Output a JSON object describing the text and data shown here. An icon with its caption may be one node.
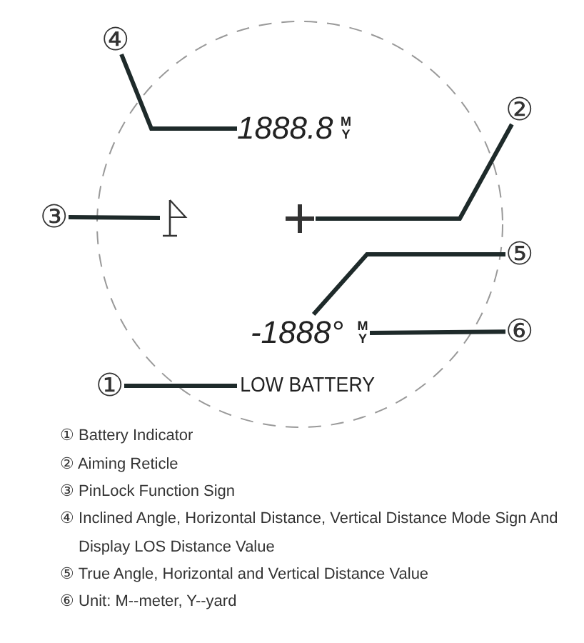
{
  "diagram": {
    "nodes": [
      {
        "text": [
          "④"
        ]
      },
      {
        "text": [
          "1888.8",
          "M Y"
        ]
      },
      {
        "text": [
          "②"
        ]
      },
      {
        "text": [
          "③"
        ]
      },
      {
        "text": [],
        "shape": "flag"
      },
      {
        "text": [],
        "shape": "cross"
      },
      {
        "text": [
          "⑤"
        ]
      },
      {
        "text": [
          "-1888°"
        ]
      },
      {
        "text": [
          "M Y"
        ]
      },
      {
        "text": [
          "⑥"
        ]
      },
      {
        "text": [
          "①"
        ]
      },
      {
        "text": [
          "LOW BATTERY"
        ]
      }
    ],
    "edges": [
      {
        "from": 0,
        "to": 1,
        "arrow": "none"
      },
      {
        "from": 2,
        "to": 5,
        "arrow": "none"
      },
      {
        "from": 3,
        "to": 4,
        "arrow": "none"
      },
      {
        "from": 6,
        "to": 7,
        "arrow": "none"
      },
      {
        "from": 9,
        "to": 8,
        "arrow": "none"
      },
      {
        "from": 10,
        "to": 11,
        "arrow": "none"
      }
    ],
    "labels": [
      "① Battery Indicator",
      "② Aiming Reticle",
      "③ PinLock Function Sign",
      "④ Inclined Angle, Horizontal Distance, Vertical Distance Mode Sign And Display LOS Distance Value",
      "⑤ True Angle, Horizontal and Vertical Distance Value",
      "⑥ Unit: M--meter, Y--yard"
    ]
  }
}
